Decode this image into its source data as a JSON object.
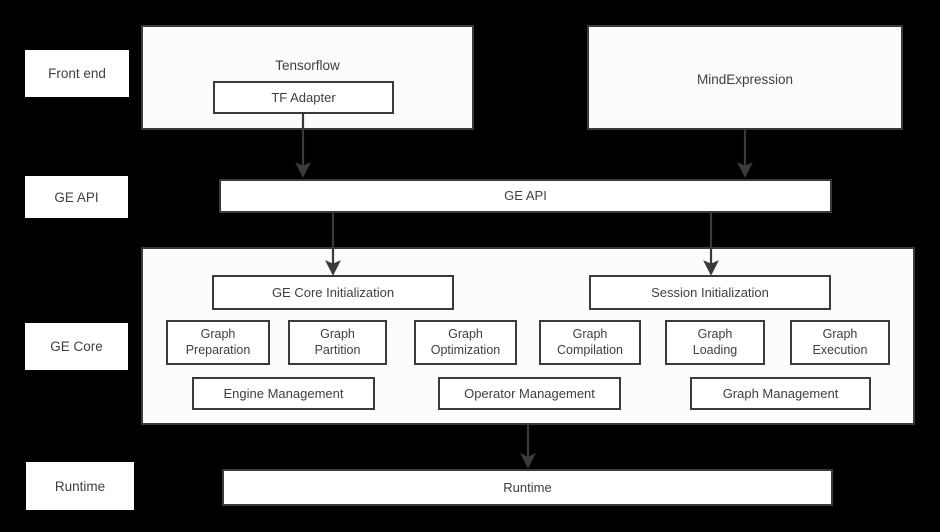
{
  "diagram": {
    "background_color": "#000000",
    "box_fill": "#ffffff",
    "box_border": "#3a3a3a",
    "text_color": "#3f3f3f",
    "panel_fill": "#fcfcfc"
  },
  "stage_labels": [
    {
      "id": "front-end",
      "label": "Front end"
    },
    {
      "id": "ge-api",
      "label": "GE API"
    },
    {
      "id": "ge-core",
      "label": "GE Core"
    },
    {
      "id": "runtime",
      "label": "Runtime"
    }
  ],
  "frontend": {
    "tensorflow": {
      "title": "Tensorflow",
      "adapter": "TF Adapter"
    },
    "mindexpression": {
      "title": "MindExpression"
    }
  },
  "ge_api": {
    "label": "GE API"
  },
  "ge_core": {
    "init_boxes": [
      {
        "id": "ge-core-initialization",
        "label": "GE Core Initialization"
      },
      {
        "id": "session-initialization",
        "label": "Session Initialization"
      }
    ],
    "module_row": [
      {
        "id": "graph-preparation",
        "line1": "Graph",
        "line2": "Preparation"
      },
      {
        "id": "graph-partition",
        "line1": "Graph",
        "line2": "Partition"
      },
      {
        "id": "graph-optimization",
        "line1": "Graph",
        "line2": "Optimization"
      },
      {
        "id": "graph-compilation",
        "line1": "Graph",
        "line2": "Compilation"
      },
      {
        "id": "graph-loading",
        "line1": "Graph",
        "line2": "Loading"
      },
      {
        "id": "graph-execution",
        "line1": "Graph",
        "line2": "Execution"
      }
    ],
    "management_row": [
      {
        "id": "engine-management",
        "label": "Engine Management"
      },
      {
        "id": "operator-management",
        "label": "Operator Management"
      },
      {
        "id": "graph-management",
        "label": "Graph Management"
      }
    ]
  },
  "runtime": {
    "label": "Runtime"
  },
  "connections": [
    {
      "from": "tf-adapter",
      "to": "ge-api"
    },
    {
      "from": "mindexpression",
      "to": "ge-api"
    },
    {
      "from": "ge-api",
      "to": "ge-core-initialization"
    },
    {
      "from": "ge-api",
      "to": "session-initialization"
    },
    {
      "from": "ge-core",
      "to": "runtime"
    }
  ]
}
